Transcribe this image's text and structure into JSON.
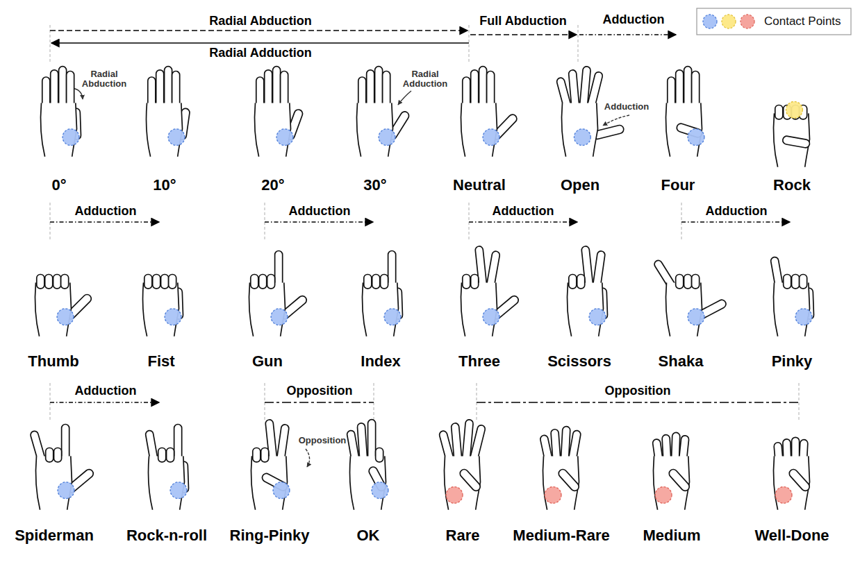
{
  "diagram": {
    "labels": [
      "Radial Abduction",
      "Full Abduction",
      "Adduction",
      "Radial Adduction",
      "Radial Abduction",
      "Radial Adduction",
      "Adduction",
      "0°",
      "10°",
      "20°",
      "30°",
      "Neutral",
      "Open",
      "Four",
      "Rock",
      "Adduction",
      "Adduction",
      "Adduction",
      "Adduction",
      "Thumb",
      "Fist",
      "Gun",
      "Index",
      "Three",
      "Scissors",
      "Shaka",
      "Pinky",
      "Adduction",
      "Opposition",
      "Opposition",
      "Opposition",
      "Spiderman",
      "Rock-n-roll",
      "Ring-Pinky",
      "OK",
      "Rare",
      "Medium-Rare",
      "Medium",
      "Well-Done"
    ],
    "legend": [
      {
        "text": "Contact Points"
      }
    ]
  }
}
